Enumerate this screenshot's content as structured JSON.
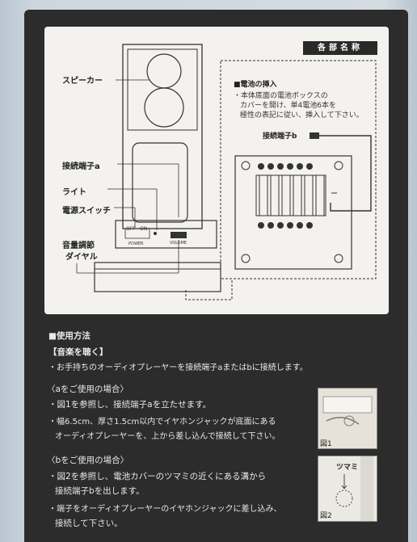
{
  "header": {
    "parts_title": "各部名称"
  },
  "device_labels": {
    "speaker": "スピーカー",
    "connector_a": "接続端子a",
    "light": "ライト",
    "power_switch": "電源スイッチ",
    "volume_dial_1": "音量調節",
    "volume_dial_2": "ダイヤル",
    "switch_off": "OFF",
    "switch_on": "ON",
    "switch_power": "POWER",
    "volume_label": "VOLUME"
  },
  "battery": {
    "heading": "■電池の挿入",
    "line1": "・本体底面の電池ボックスの",
    "line2": "カバーを開け、単4電池6本を",
    "line3": "極性の表記に従い、挿入して下さい。",
    "connector_b": "接続端子b"
  },
  "instructions": {
    "heading": "■使用方法",
    "music_heading": "【音楽を聴く】",
    "music_line": "・お手持ちのオーディオプレーヤーを接続端子aまたはbに接続します。",
    "a_heading": "〈aをご使用の場合〉",
    "a_line1": "・図1を参照し、接続端子aを立たせます。",
    "a_line2": "・幅6.5cm、厚さ1.5cm以内でイヤホンジャックが底面にある",
    "a_line3": "オーディオプレーヤーを、上から差し込んで接続して下さい。",
    "b_heading": "〈bをご使用の場合〉",
    "b_line1": "・図2を参照し、電池カバーのツマミの近くにある溝から",
    "b_line2": "接続端子bを出します。",
    "b_line3": "・端子をオーディオプレーヤーのイヤホンジャックに差し込み、",
    "b_line4": "接続して下さい。"
  },
  "figures": {
    "fig1": "図1",
    "fig2": "図2",
    "knob": "ツマミ"
  }
}
